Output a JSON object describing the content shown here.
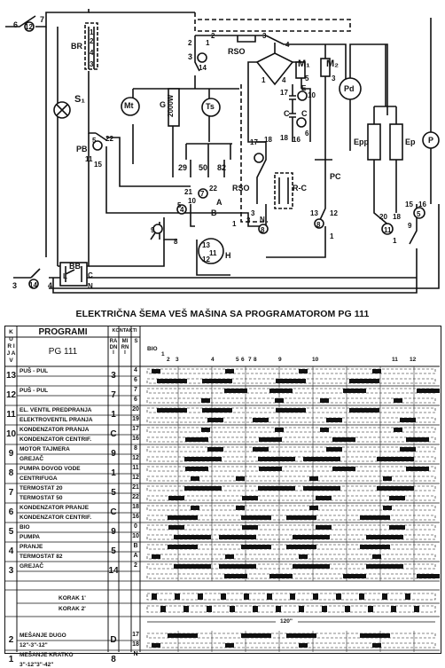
{
  "schematic": {
    "labels": {
      "c6": "6",
      "c12": "12",
      "c7": "7",
      "br": "BR",
      "br_1": "1",
      "br_2": "2",
      "br_4": "4",
      "br_3": "3",
      "s1": "S₁",
      "pb": "PB",
      "pb_5": "5",
      "pb_22": "22",
      "pb_11": "11",
      "pb_15": "15",
      "bb": "BB",
      "bb_l": "L",
      "bb_c": "C",
      "bb_n": "N",
      "c3": "3",
      "c14": "14",
      "c4": "4",
      "mt": "Mt",
      "g": "G",
      "g_val": "2000W",
      "ts": "Ts",
      "sw3": "3",
      "sw2": "2",
      "sw14": "14",
      "rso_top": "RSO",
      "rso_1": "1",
      "rso_2": "2",
      "rso_3": "3",
      "rso_4": "4",
      "m1": "M₁",
      "m2": "M₂",
      "pd": "Pd",
      "t29": "29",
      "t50": "50",
      "t82": "82",
      "c7b": "7",
      "c21": "21",
      "c22": "22",
      "c10": "10",
      "c4b": "4",
      "c_a": "C",
      "c_c": "C",
      "c_e": "E",
      "n17": "17",
      "n18": "18",
      "n16": "16",
      "n17b": "17",
      "n18b": "18",
      "n6": "6",
      "n10": "10",
      "n3": "3",
      "n4": "4",
      "n5": "5",
      "n1": "1",
      "rso_mid": "RSO",
      "rc": "R-C",
      "a": "A",
      "b": "B",
      "c5": "5",
      "c3b": "3",
      "c1": "1",
      "c9": "9",
      "c8": "8",
      "n8": "8",
      "n3c": "3",
      "nN": "N",
      "c13": "13",
      "c12b": "12",
      "c8b": "8",
      "c1b": "1",
      "h13": "13",
      "h12": "12",
      "h11": "11",
      "h": "H",
      "pc": "PC",
      "epp": "Epp",
      "ep": "Ep",
      "p": "P",
      "c20": "20",
      "c18": "18",
      "c11": "11",
      "c1c": "1",
      "c15": "15",
      "c16": "16",
      "c9b": "9",
      "c5b": "5"
    }
  },
  "caption": "ELEKTRIČNA ŠEMA VEŠ MAŠINA SA PROGRAMATOROM PG 111",
  "table": {
    "col_krijav": "K U R I J A V",
    "col_programi": "PROGRAMI",
    "col_pg": "PG 111",
    "col_kontakti": "KONTAKTI",
    "col_radni": "RADNI",
    "col_mirni": "MIRNI",
    "col_s": "S",
    "steps_top": [
      "BIO",
      "1",
      "2",
      "3",
      "4",
      "5",
      "6",
      "7",
      "8",
      "9",
      "10",
      "11",
      "12"
    ],
    "rows": [
      {
        "num": "13",
        "lines": [
          "PUŠ - PUL",
          ""
        ],
        "group": "3",
        "contacts": [
          "4",
          "6"
        ]
      },
      {
        "num": "12",
        "lines": [
          "PUŠ - PUL",
          ""
        ],
        "group": "7",
        "contacts": [
          "7",
          "6"
        ]
      },
      {
        "num": "11",
        "lines": [
          "EL. VENTIL PREDPRANJA",
          "ELEKTROVENTIL PRANJA"
        ],
        "group": "1",
        "contacts": [
          "20",
          "19"
        ]
      },
      {
        "num": "10",
        "lines": [
          "KONDENZATOR PRANJA",
          "KONDENZATOR CENTRIF."
        ],
        "group": "C",
        "contacts": [
          "17",
          "16"
        ]
      },
      {
        "num": "9",
        "lines": [
          "MOTOR TAJMERA",
          "GREJAČ"
        ],
        "group": "9",
        "contacts": [
          "8",
          "12"
        ]
      },
      {
        "num": "8",
        "lines": [
          "PUMPA DOVOD VODE",
          "CENTRIFUGA"
        ],
        "group": "1",
        "contacts": [
          "11",
          "12"
        ]
      },
      {
        "num": "7",
        "lines": [
          "TERMOSTAT 20",
          "TERMOSTAT 50"
        ],
        "group": "5",
        "contacts": [
          "21",
          "22"
        ]
      },
      {
        "num": "6",
        "lines": [
          "KONDENZATOR PRANJE",
          "KONDENZATOR CENTRIF."
        ],
        "group": "C",
        "contacts": [
          "18",
          "16"
        ]
      },
      {
        "num": "5",
        "lines": [
          "BIO",
          "PUMPA"
        ],
        "group": "9",
        "contacts": [
          "0",
          "10"
        ]
      },
      {
        "num": "4",
        "lines": [
          "PRANJE",
          "TERMOSTAT 82"
        ],
        "group": "5",
        "contacts": [
          "B",
          "A"
        ]
      },
      {
        "num": "3",
        "lines": [
          "GREJAČ",
          ""
        ],
        "group": "14",
        "contacts": [
          "2",
          ""
        ]
      }
    ],
    "korak1": "KORAK 1'",
    "korak2": "KORAK 2'",
    "dim_120": "120\"",
    "bottom_rows": [
      {
        "num": "2",
        "lines": [
          "MEŠANJE DUGO",
          "12\"-3\"-12\""
        ],
        "group": "D",
        "contacts": [
          "17",
          "18"
        ]
      },
      {
        "num": "1",
        "lines": [
          "MEŠANJE KRATKO",
          "3\"-12\"3\"-42\""
        ],
        "group": "8",
        "contacts": [
          "N",
          ""
        ]
      }
    ]
  }
}
